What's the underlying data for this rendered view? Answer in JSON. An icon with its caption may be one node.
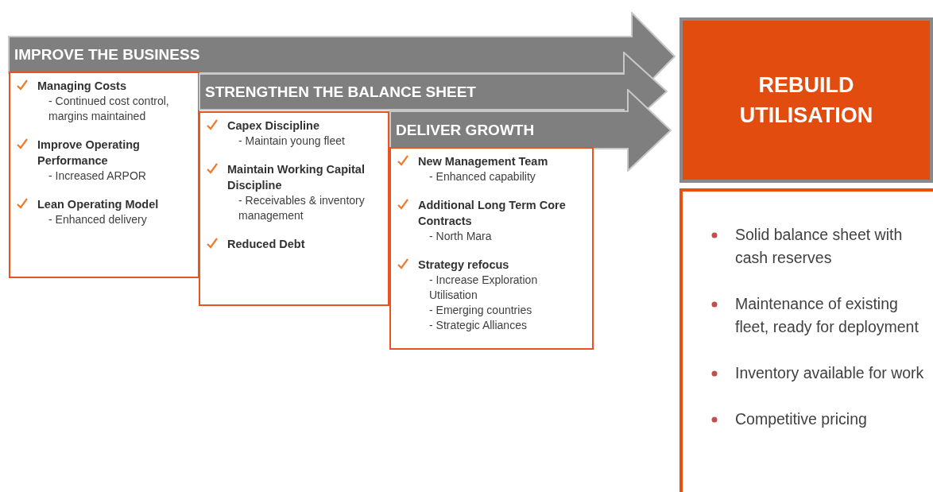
{
  "diagram": {
    "nodes": [
      {
        "text": [
          "IMPROVE THE BUSINESS"
        ]
      },
      {
        "text": [
          "Managing Costs",
          "- Continued cost control, margins maintained",
          "Improve Operating Performance",
          "- Increased ARPOR",
          "Lean Operating Model",
          "- Enhanced delivery"
        ]
      },
      {
        "text": [
          "STRENGTHEN THE BALANCE SHEET"
        ]
      },
      {
        "text": [
          "Capex Discipline",
          "- Maintain young fleet",
          "Maintain Working Capital Discipline",
          "- Receivables & inventory management",
          "Reduced Debt"
        ]
      },
      {
        "text": [
          "DELIVER GROWTH"
        ]
      },
      {
        "text": [
          "New Management Team",
          "- Enhanced capability",
          "Additional Long Term Core Contracts",
          "- North Mara",
          "Strategy refocus",
          "- Increase Exploration Utilisation",
          "- Emerging countries",
          "- Strategic Alliances"
        ]
      },
      {
        "text": [
          "REBUILD UTILISATION"
        ]
      },
      {
        "text": [
          "Solid balance sheet with cash reserves",
          "Maintenance of existing fleet, ready for deployment",
          "Inventory available for work",
          "Competitive pricing"
        ]
      }
    ]
  }
}
